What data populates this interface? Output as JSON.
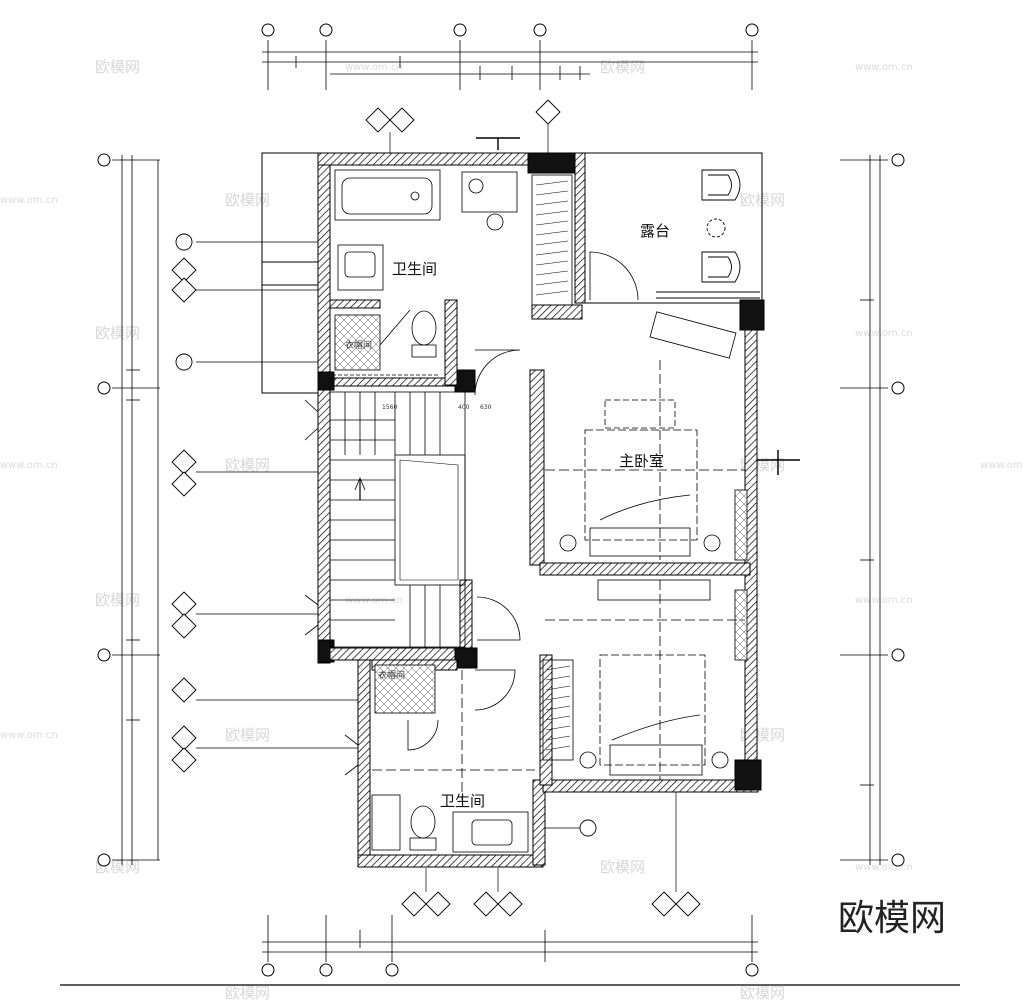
{
  "rooms": {
    "terrace": "露台",
    "master_bedroom": "主卧室",
    "bathroom_upper": "卫生间",
    "bathroom_lower": "卫生间",
    "closet_upper": "衣帽间",
    "closet_lower": "衣帽间"
  },
  "dimensions": {
    "stair_left": "1560",
    "stair_mid": "400",
    "stair_right": "630"
  },
  "watermarks": {
    "brand_small": "欧模网",
    "url": "www.om.cn",
    "brand_large": "欧模网"
  },
  "colors": {
    "line": "#000000",
    "background": "#ffffff",
    "watermark": "#d8d8d8"
  }
}
